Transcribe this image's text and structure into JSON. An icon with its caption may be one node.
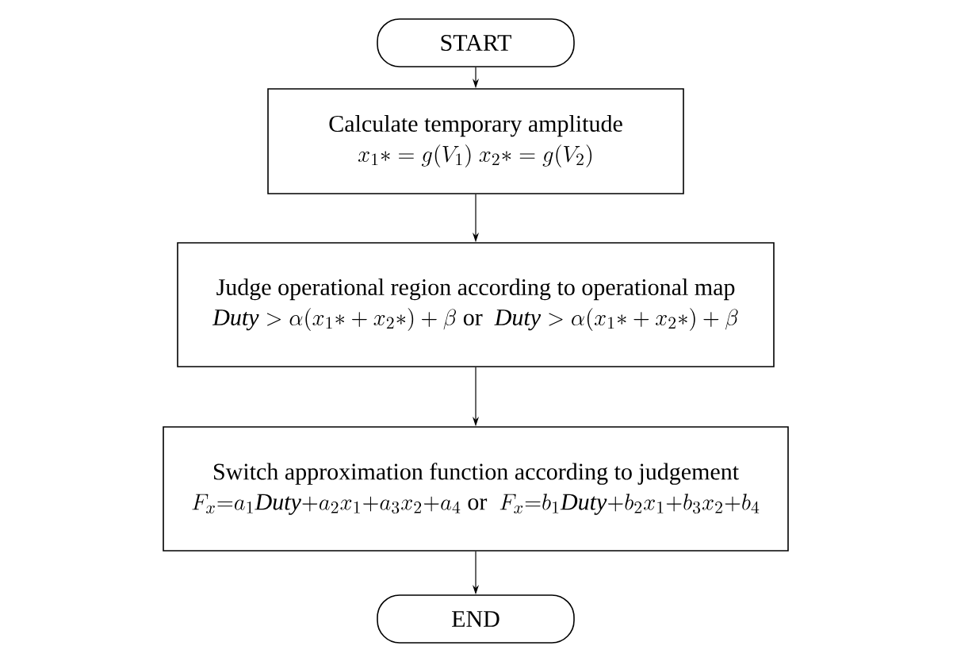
{
  "diagram": {
    "nodes": [
      {
        "text": [
          "START"
        ]
      },
      {
        "text": [
          "Calculate temporary amplitude",
          "x_1{*}=g(V_1)\\ x_2{*}=g(V_2)"
        ]
      },
      {
        "text": [
          "Judge operational region according to operational map",
          "\\mathit{Duty}>\\alpha(x_1{*}+x_2{*})+\\beta\\mbox{ or }\\ \\mathit{Duty}>\\alpha(x_1{*}+x_2{*})+\\beta"
        ]
      },
      {
        "text": [
          "Switch approximation function according to judgement",
          "F_x{=}a_1\\mathit{Duty}{+}a_2x_1{+}a_3x_2{+}a_4\\mbox{ or }\\ F_x{=}b_1\\mathit{Duty}{+}b_2x_1{+}b_3x_2{+}b_4"
        ]
      },
      {
        "text": [
          "END"
        ]
      }
    ],
    "edges": [
      {
        "from": 0,
        "to": 1,
        "arrow": "to"
      },
      {
        "from": 1,
        "to": 2,
        "arrow": "to"
      },
      {
        "from": 2,
        "to": 3,
        "arrow": "to"
      },
      {
        "from": 3,
        "to": 4,
        "arrow": "to"
      }
    ]
  }
}
